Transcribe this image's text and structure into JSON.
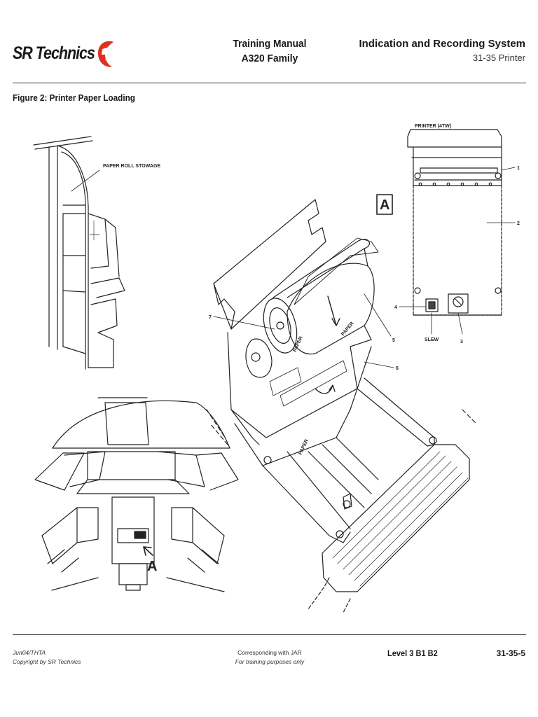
{
  "header": {
    "logo_text": "SR Technics",
    "manual_line1": "Training Manual",
    "manual_line2": "A320 Family",
    "system_title": "Indication and Recording System",
    "system_subtitle": "31-35 Printer"
  },
  "figure": {
    "title": "Figure 2: Printer Paper Loading",
    "labels": {
      "paper_roll_stowage": "PAPER ROLL STOWAGE",
      "printer": "PRINTER (4TW)",
      "view_a_box": "A",
      "view_a_arrow": "A",
      "slew": "SLEW",
      "paper": "PAPER",
      "callout_1": "1",
      "callout_2": "2",
      "callout_3": "3",
      "callout_4": "4",
      "callout_5": "5",
      "callout_6": "6",
      "callout_7": "7"
    }
  },
  "footer": {
    "date": "Jun04/THTA",
    "copyright": "Copyright by SR Technics",
    "corresponding": "Corresponding with JAR",
    "purpose": "For training purposes only",
    "level": "Level 3 B1 B2",
    "page": "31-35-5"
  },
  "colors": {
    "logo_red": "#e0301e",
    "line": "#222222"
  }
}
